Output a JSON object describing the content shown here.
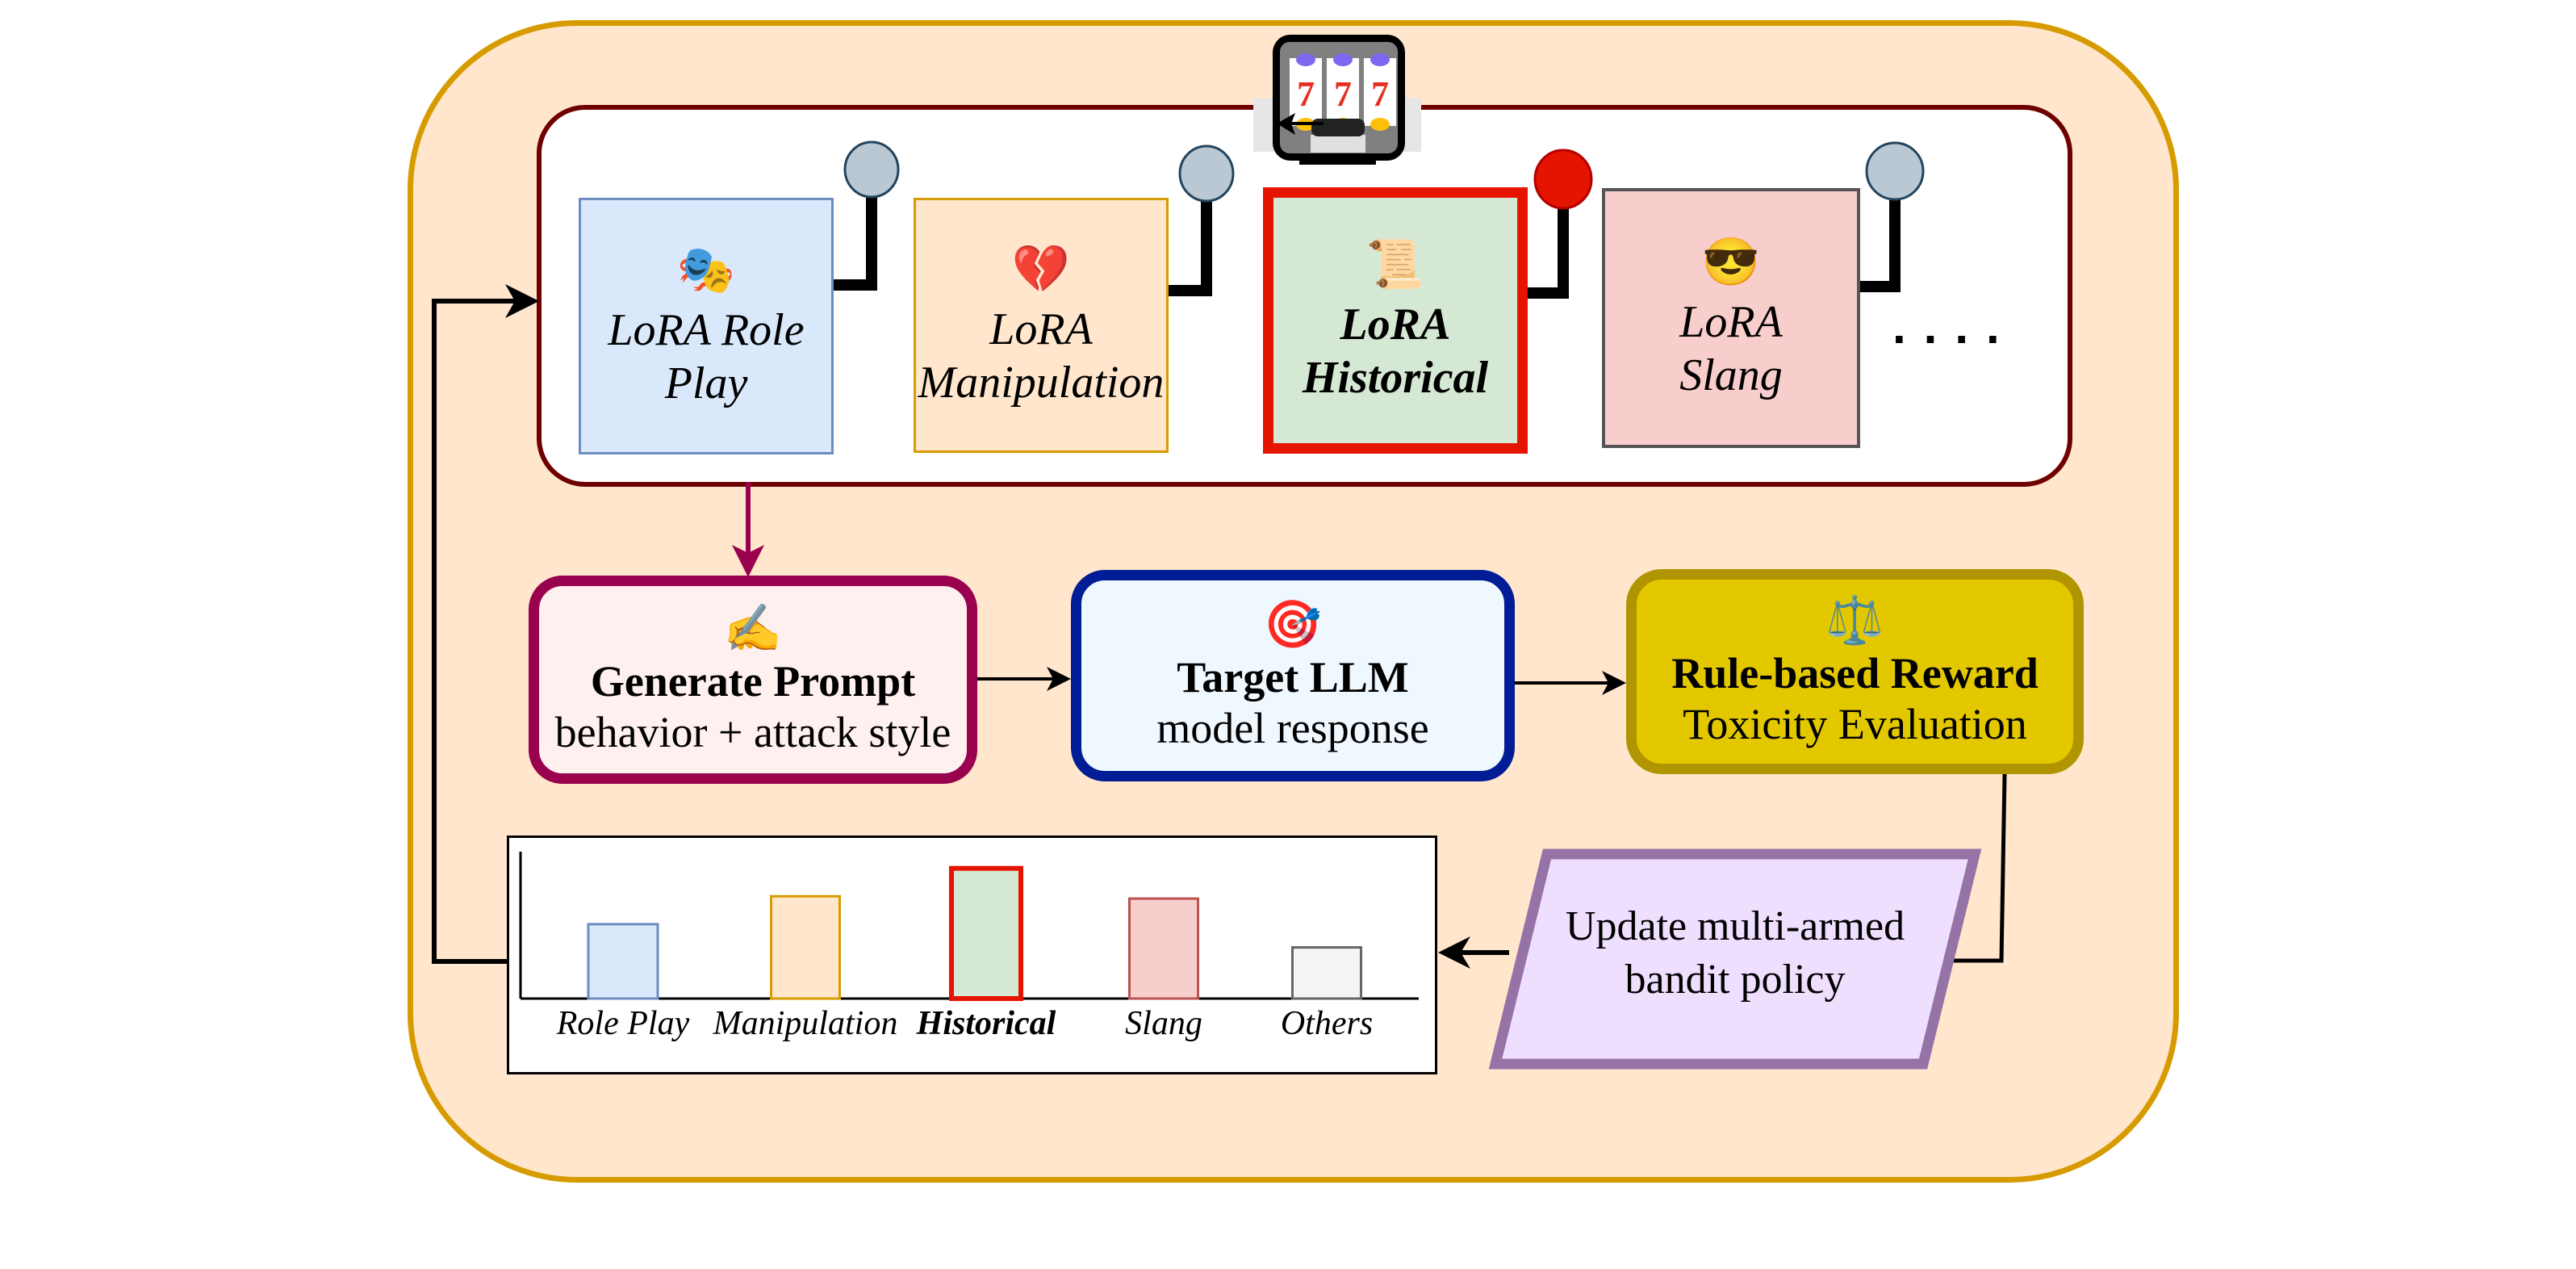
{
  "diagram": {
    "slot_machine": {
      "icon": "slot-machine-icon",
      "reels": [
        "7",
        "7",
        "7"
      ]
    },
    "lora_arms": [
      {
        "icon": "performing-arts-masks-icon",
        "glyph": "🎭",
        "line1": "LoRA Role",
        "line2": "Play",
        "selected": false,
        "fill": "#dae8fc",
        "border": "#6c8ebf"
      },
      {
        "icon": "broken-heart-icon",
        "glyph": "💔",
        "line1": "LoRA",
        "line2": "Manipulation",
        "selected": false,
        "fill": "#ffe6cc",
        "border": "#d79b00"
      },
      {
        "icon": "scroll-icon",
        "glyph": "📜",
        "line1": "LoRA",
        "line2": "Historical",
        "selected": true,
        "fill": "#d5e8d4",
        "border": "#e51400"
      },
      {
        "icon": "sunglasses-face-icon",
        "glyph": "😎",
        "line1": "LoRA",
        "line2": "Slang",
        "selected": false,
        "fill": "#f8cecc",
        "border": "#555555"
      }
    ],
    "more_arms": "....",
    "lever_colors": {
      "idle": "#bac8d3",
      "active": "#e51400"
    },
    "pipeline": {
      "generate": {
        "icon": "writing-hand-icon",
        "glyph": "✍️",
        "title": "Generate Prompt",
        "subtitle": "behavior + attack style",
        "border": "#99004d"
      },
      "target": {
        "icon": "bullseye-target-icon",
        "glyph": "🎯",
        "title": "Target LLM",
        "subtitle": "model response",
        "border": "#001d96"
      },
      "reward": {
        "icon": "balance-scale-icon",
        "glyph": "⚖️",
        "title": "Rule-based Reward",
        "subtitle": "Toxicity Evaluation",
        "border": "#b09500"
      },
      "update": {
        "line1": "Update multi-armed",
        "line2": "bandit policy",
        "fill": "#e1d5e7",
        "border": "#9673a6"
      }
    },
    "colors": {
      "outer_fill": "#ffe6cc",
      "outer_border": "#d79b00",
      "panel_border": "#6f0000"
    }
  },
  "chart_data": {
    "type": "bar",
    "title": "",
    "xlabel": "",
    "ylabel": "",
    "categories": [
      "Role Play",
      "Manipulation",
      "Historical",
      "Slang",
      "Others"
    ],
    "values": [
      0.32,
      0.44,
      0.56,
      0.43,
      0.22
    ],
    "highlighted": "Historical",
    "ylim": [
      0,
      1
    ],
    "grid": false,
    "fills": [
      "#dae8fc",
      "#ffe6cc",
      "#d5e8d4",
      "#f8cecc",
      "#f5f5f5"
    ],
    "borders": [
      "#6c8ebf",
      "#d79b00",
      "#e51400",
      "#b85450",
      "#666666"
    ]
  }
}
